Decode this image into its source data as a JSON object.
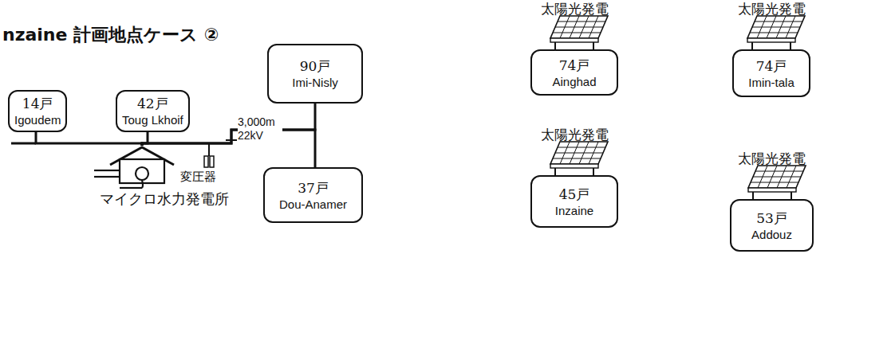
{
  "diagram": {
    "title": "nzaine 計画地点ケース ②",
    "nodes": [
      {
        "text": [
          "14戸",
          "Igoudem"
        ]
      },
      {
        "text": [
          "42戸",
          "Toug Lkhoif"
        ]
      },
      {
        "text": [
          "90戸",
          "Imi-Nisly"
        ]
      },
      {
        "text": [
          "37戸",
          "Dou-Anamer"
        ]
      },
      {
        "text": [
          "マイクロ水力発電所"
        ]
      },
      {
        "text": [
          "太陽光発電",
          "74戸",
          "Ainghad"
        ]
      },
      {
        "text": [
          "太陽光発電",
          "74戸",
          "Imin-tala"
        ]
      },
      {
        "text": [
          "太陽光発電",
          "45戸",
          "Inzaine"
        ]
      },
      {
        "text": [
          "太陽光発電",
          "53戸",
          "Addouz"
        ]
      }
    ],
    "edges": [
      {
        "from": 4,
        "to": 0,
        "arrow": "none"
      },
      {
        "from": 4,
        "to": 1,
        "arrow": "none"
      },
      {
        "from": 4,
        "to": 2,
        "label": "3,000m 22kV",
        "arrow": "none"
      },
      {
        "from": 4,
        "to": 3,
        "arrow": "none"
      }
    ],
    "labels": [
      "変圧器"
    ]
  }
}
